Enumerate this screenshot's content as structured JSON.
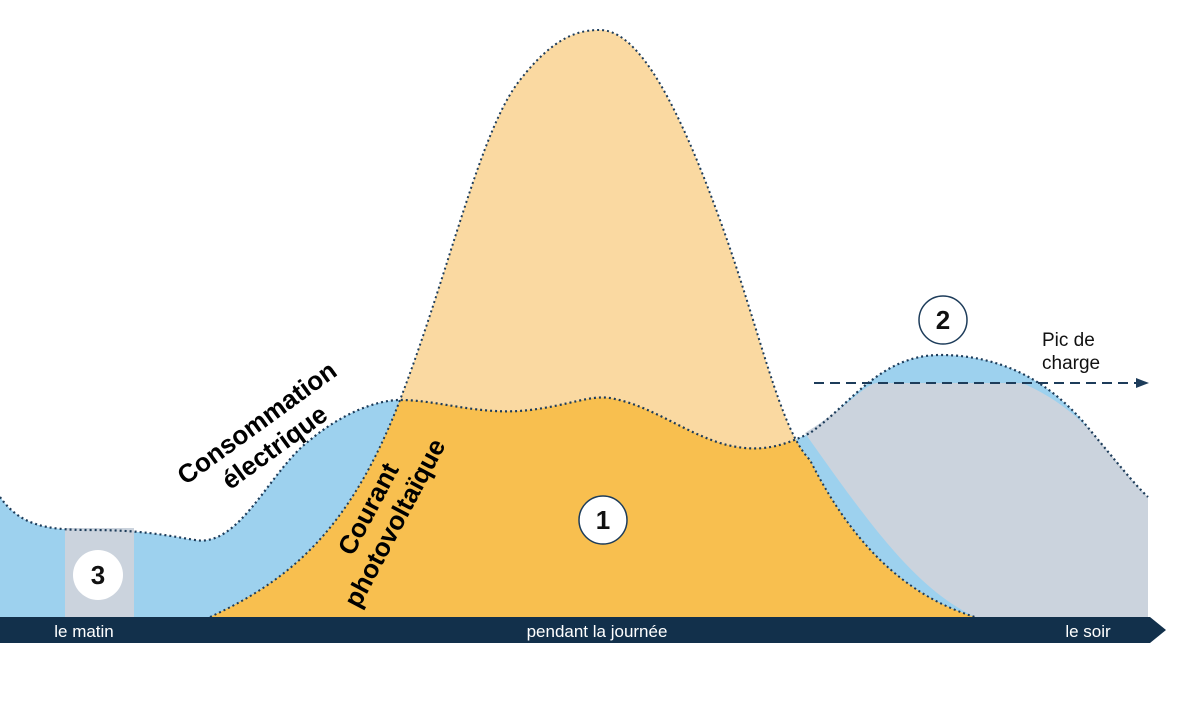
{
  "axis": {
    "morning": "le matin",
    "day": "pendant la journée",
    "evening": "le soir"
  },
  "labels": {
    "consumption_line1": "Consommation",
    "consumption_line2": "électrique",
    "pv_line1": "Courant",
    "pv_line2": "photovoltaïque",
    "peak_line1": "Pic de",
    "peak_line2": "charge"
  },
  "markers": {
    "one": "1",
    "two": "2",
    "three": "3"
  },
  "colors": {
    "consumption_fill": "#9dd1ee",
    "pv_excess_fill": "#fad9a1",
    "self_consumption_fill": "#f8bf4f",
    "grid_fill": "#cbd3dd",
    "axis_bar": "#12304b",
    "dash_line": "#1d3c5a"
  }
}
